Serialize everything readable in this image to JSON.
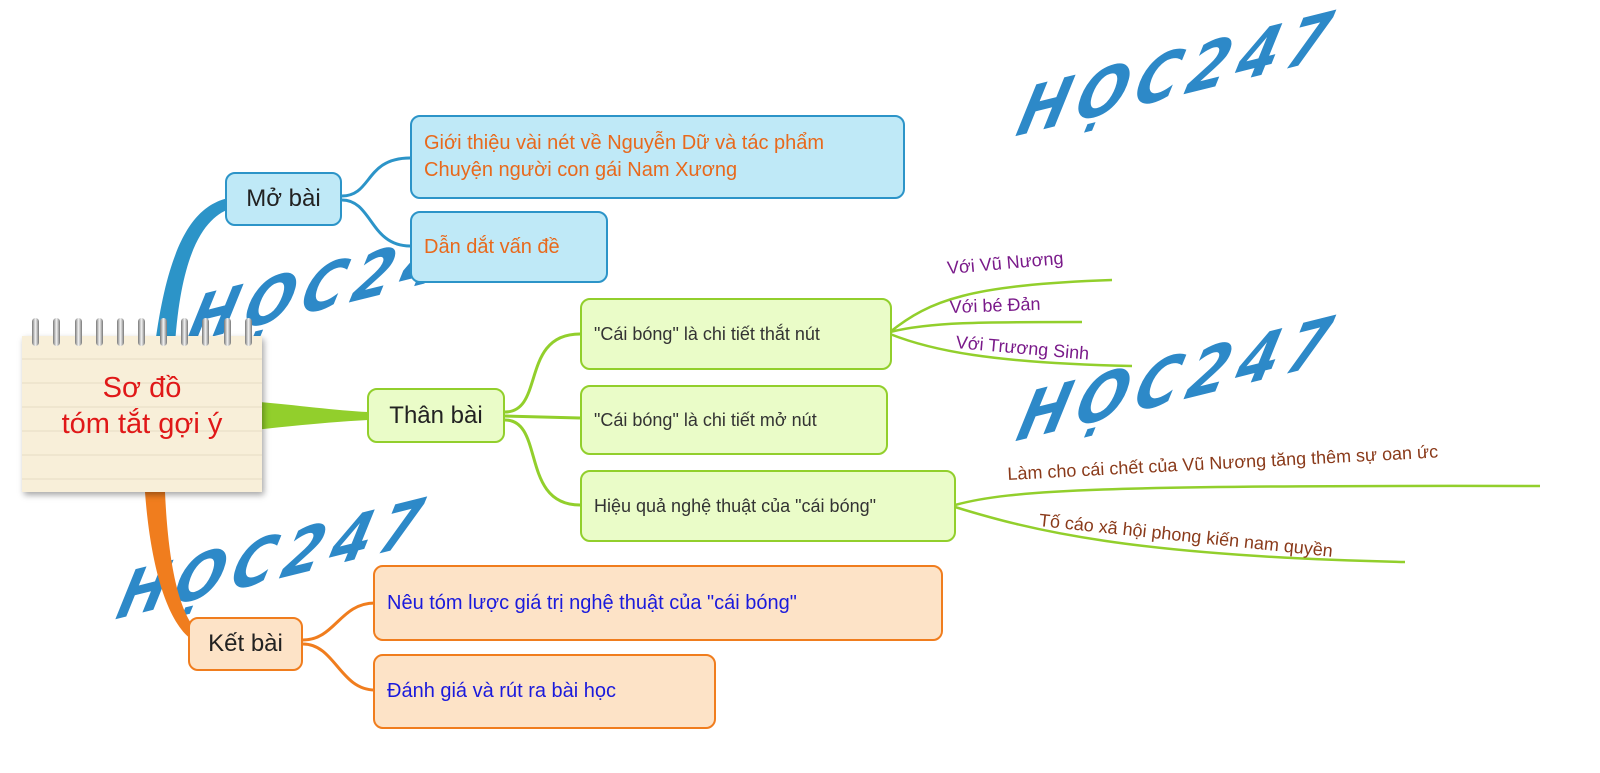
{
  "center": {
    "line1": "Sơ đồ",
    "line2": "tóm tắt gợi ý"
  },
  "watermark_text": "HỌC247",
  "mo_bai": {
    "label": "Mở bài",
    "items": [
      "Giới thiệu vài nét về Nguyễn Dữ và tác phẩm Chuyện người con gái Nam Xương",
      "Dẫn dắt vấn đề"
    ]
  },
  "than_bai": {
    "label": "Thân bài",
    "items": [
      "\"Cái bóng\" là chi tiết thắt nút",
      "\"Cái bóng\" là chi tiết mở nút",
      "Hiệu quả nghệ thuật của \"cái bóng\""
    ],
    "that_nut_sub": [
      "Với Vũ Nương",
      "Với bé Đản",
      "Với Trương Sinh"
    ],
    "hieu_qua_sub": [
      "Làm cho cái chết của Vũ Nương tăng thêm sự oan ức",
      "Tố cáo xã hội phong kiến nam quyền"
    ]
  },
  "ket_bai": {
    "label": "Kết bài",
    "items": [
      "Nêu tóm lược giá trị nghệ thuật của \"cái bóng\"",
      "Đánh giá và rút ra bài học"
    ]
  },
  "colors": {
    "mo_bai": "#2c94c8",
    "than_bai": "#92cf2c",
    "ket_bai": "#f07d1e",
    "watermark": "#1c7fc4",
    "center_title": "#e01818"
  }
}
